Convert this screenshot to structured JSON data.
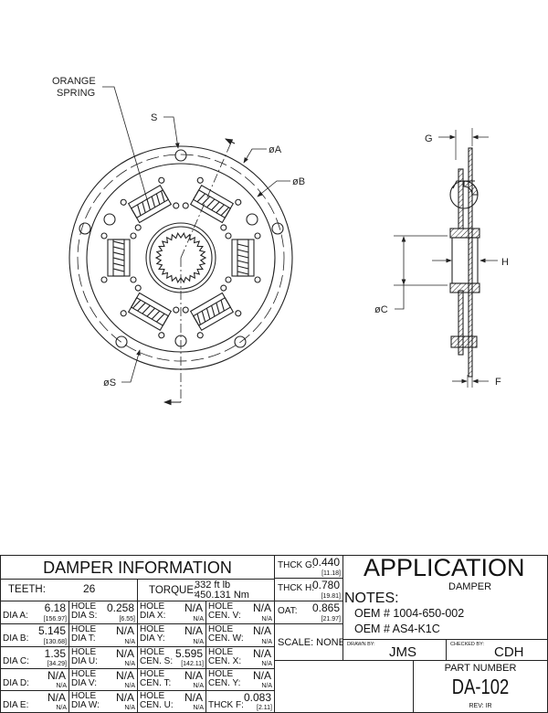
{
  "drawing": {
    "labels": {
      "orange_spring_1": "ORANGE",
      "orange_spring_2": "SPRING",
      "s": "S",
      "dia_a": "øA",
      "dia_b": "øB",
      "dia_s": "øS",
      "g": "G",
      "h": "H",
      "dia_c": "øC",
      "f": "F"
    }
  },
  "damper_info": {
    "title": "DAMPER INFORMATION",
    "teeth_label": "TEETH:",
    "teeth_value": "26",
    "torque_label": "TORQUE:",
    "torque_ftlb": "332 ft lb",
    "torque_nm": "450.131 Nm",
    "rows": [
      [
        {
          "l1": "",
          "l2": "DIA A:",
          "v": "6.18",
          "m": "[156.97]"
        },
        {
          "l1": "HOLE",
          "l2": "DIA S:",
          "v": "0.258",
          "m": "[6.55]"
        },
        {
          "l1": "HOLE",
          "l2": "DIA X:",
          "v": "N/A",
          "m": "N/A"
        },
        {
          "l1": "HOLE",
          "l2": "CEN. V:",
          "v": "N/A",
          "m": "N/A"
        }
      ],
      [
        {
          "l1": "",
          "l2": "DIA B:",
          "v": "5.145",
          "m": "[130.68]"
        },
        {
          "l1": "HOLE",
          "l2": "DIA T:",
          "v": "N/A",
          "m": "N/A"
        },
        {
          "l1": "HOLE",
          "l2": "DIA Y:",
          "v": "N/A",
          "m": "N/A"
        },
        {
          "l1": "HOLE",
          "l2": "CEN. W:",
          "v": "N/A",
          "m": "N/A"
        }
      ],
      [
        {
          "l1": "",
          "l2": "DIA C:",
          "v": "1.35",
          "m": "[34.29]"
        },
        {
          "l1": "HOLE",
          "l2": "DIA U:",
          "v": "N/A",
          "m": "N/A"
        },
        {
          "l1": "HOLE",
          "l2": "CEN. S:",
          "v": "5.595",
          "m": "[142.11]"
        },
        {
          "l1": "HOLE",
          "l2": "CEN. X:",
          "v": "N/A",
          "m": "N/A"
        }
      ],
      [
        {
          "l1": "",
          "l2": "DIA D:",
          "v": "N/A",
          "m": "N/A"
        },
        {
          "l1": "HOLE",
          "l2": "DIA V:",
          "v": "N/A",
          "m": "N/A"
        },
        {
          "l1": "HOLE",
          "l2": "CEN. T:",
          "v": "N/A",
          "m": "N/A"
        },
        {
          "l1": "HOLE",
          "l2": "CEN. Y:",
          "v": "N/A",
          "m": "N/A"
        }
      ],
      [
        {
          "l1": "",
          "l2": "DIA E:",
          "v": "N/A",
          "m": "N/A"
        },
        {
          "l1": "HOLE",
          "l2": "DIA W:",
          "v": "N/A",
          "m": "N/A"
        },
        {
          "l1": "HOLE",
          "l2": "CEN. U:",
          "v": "N/A",
          "m": "N/A"
        },
        {
          "l1": "",
          "l2": "THCK F:",
          "v": "0.083",
          "m": "[2.11]"
        }
      ]
    ]
  },
  "thickness": [
    {
      "label": "THCK G:",
      "v": "0.440",
      "m": "[11.18]"
    },
    {
      "label": "THCK H:",
      "v": "0.780",
      "m": "[19.81]"
    },
    {
      "label": "OAT:",
      "v": "0.865",
      "m": "[21.97]"
    }
  ],
  "scale": "SCALE: NONE",
  "title_block": {
    "application": "APPLICATION",
    "application_sub": "DAMPER",
    "notes_label": "NOTES:",
    "notes": [
      "OEM # 1004-650-002",
      "OEM # AS4-K1C"
    ],
    "drawn_by_label": "DRAWN BY:",
    "drawn_by": "JMS",
    "checked_by_label": "CHECKED BY:",
    "checked_by": "CDH",
    "part_number_label": "PART NUMBER",
    "part_number": "DA-102",
    "rev": "REV:  IR"
  }
}
